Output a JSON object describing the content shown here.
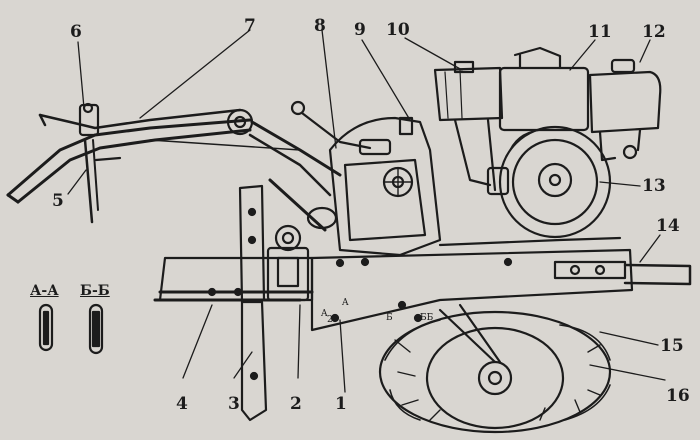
{
  "diagram": {
    "colors": {
      "paper": "#d9d6d1",
      "ink": "#1c1c1c"
    },
    "callouts": [
      "1",
      "2",
      "3",
      "4",
      "5",
      "6",
      "7",
      "8",
      "9",
      "10",
      "11",
      "12",
      "13",
      "14",
      "15",
      "16"
    ],
    "sections": [
      "А-А",
      "Б-Б"
    ],
    "plate_marks": {
      "a": "A",
      "b": "Б",
      "bb": "ББ",
      "a1": "A",
      "a2": "2"
    }
  }
}
